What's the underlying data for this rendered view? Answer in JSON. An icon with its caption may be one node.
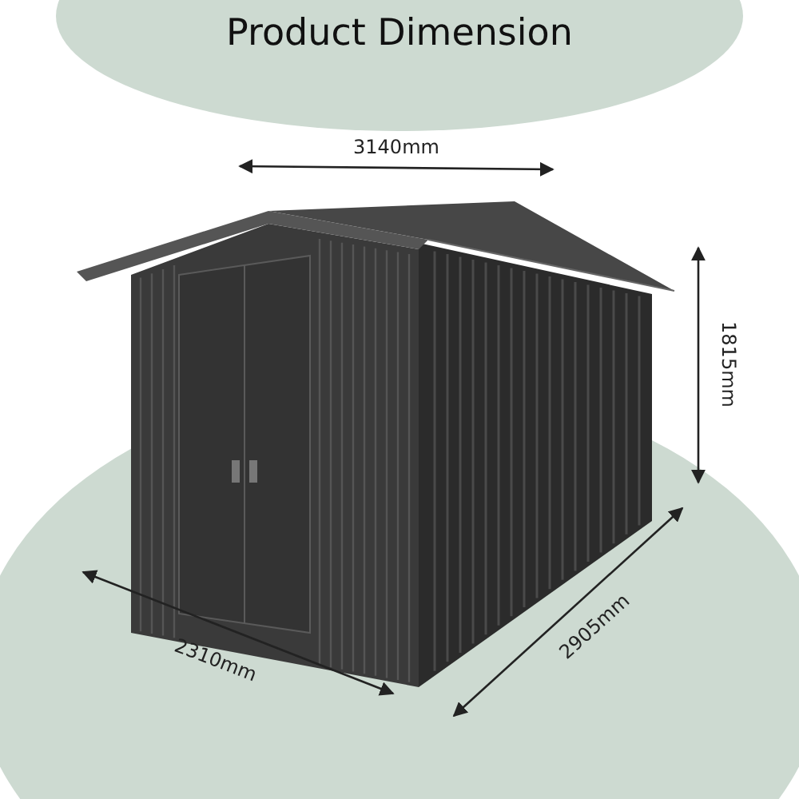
{
  "diagram": {
    "title": "Product Dimension",
    "labels": [
      "3140mm",
      "1815mm",
      "2310mm",
      "2905mm"
    ]
  }
}
